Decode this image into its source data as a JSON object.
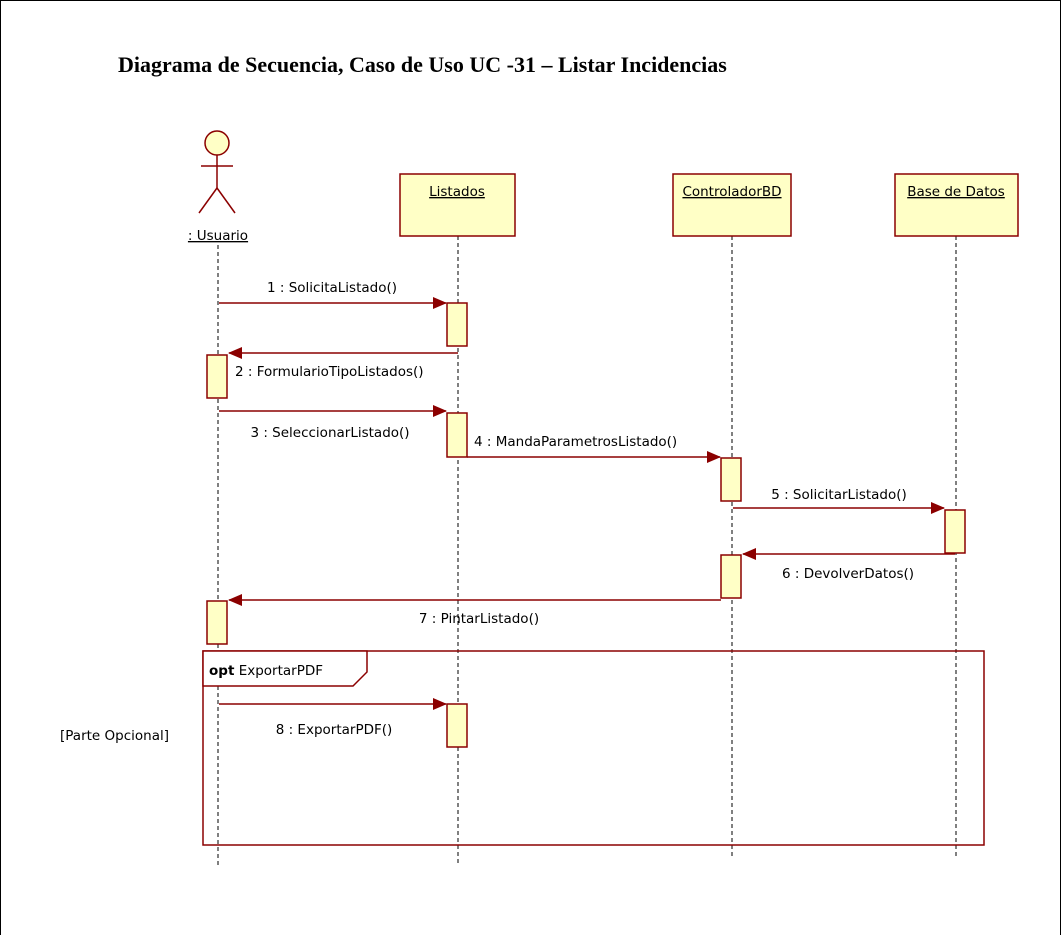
{
  "title": "Diagrama de Secuencia, Caso de Uso UC -31 – Listar Incidencias",
  "colors": {
    "participant_fill": "#ffffc6",
    "participant_border": "#8b0000",
    "message_line": "#8b0000",
    "lifeline": "#000000",
    "frame_border": "#8b0000"
  },
  "actor": {
    "label": ": Usuario"
  },
  "participants": [
    {
      "label": "Listados"
    },
    {
      "label": "ControladorBD"
    },
    {
      "label": "Base de Datos"
    }
  ],
  "messages": [
    {
      "label": "1 : SolicitaListado()",
      "from": ": Usuario",
      "to": "Listados",
      "kind": "call"
    },
    {
      "label": "2 : FormularioTipoListados()",
      "from": "Listados",
      "to": ": Usuario",
      "kind": "return"
    },
    {
      "label": "3 : SeleccionarListado()",
      "from": ": Usuario",
      "to": "Listados",
      "kind": "call"
    },
    {
      "label": "4 : MandaParametrosListado()",
      "from": "Listados",
      "to": "ControladorBD",
      "kind": "call"
    },
    {
      "label": "5 : SolicitarListado()",
      "from": "ControladorBD",
      "to": "Base de Datos",
      "kind": "call"
    },
    {
      "label": "6 : DevolverDatos()",
      "from": "Base de Datos",
      "to": "ControladorBD",
      "kind": "return"
    },
    {
      "label": "7 : PintarListado()",
      "from": "ControladorBD",
      "to": ": Usuario",
      "kind": "return"
    },
    {
      "label": "8 : ExportarPDF()",
      "from": ": Usuario",
      "to": "Listados",
      "kind": "call"
    }
  ],
  "fragment": {
    "operator": "opt",
    "name": "ExportarPDF",
    "guard": "[Parte Opcional]"
  }
}
